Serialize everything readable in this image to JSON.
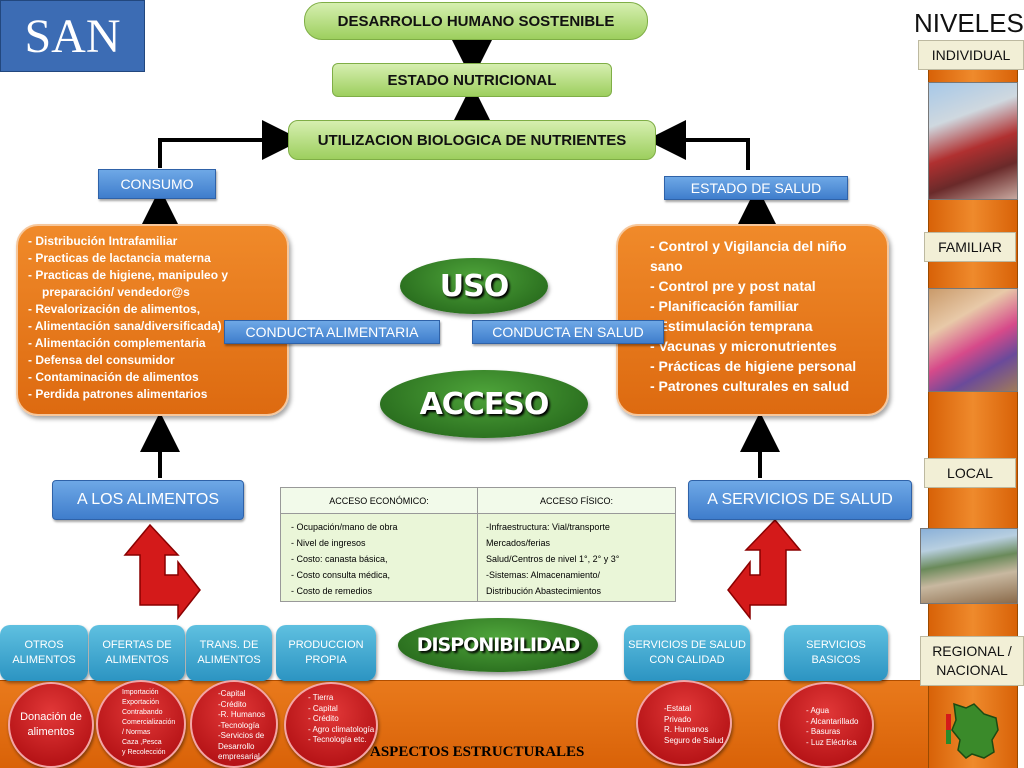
{
  "san_label": "SAN",
  "niveles_title": "NIVELES",
  "top_boxes": {
    "desarrollo": "DESARROLLO HUMANO SOSTENIBLE",
    "estado_nutricional": "ESTADO NUTRICIONAL",
    "utilizacion": "UTILIZACION BIOLOGICA DE NUTRIENTES"
  },
  "consumo": "CONSUMO",
  "estado_salud": "ESTADO DE SALUD",
  "left_list": [
    "- Distribución Intrafamiliar",
    "- Practicas de lactancia materna",
    "- Practicas de higiene, manipuleo y",
    "preparación/ vendedor@s",
    "- Revalorización de alimentos,",
    "- Alimentación sana/diversificada)",
    "- Alimentación complementaria",
    "- Defensa del consumidor",
    "- Contaminación de alimentos",
    "- Perdida patrones alimentarios"
  ],
  "right_list": [
    "-  Control y Vigilancia del niño sano",
    "-  Control pre y post natal",
    "-  Planificación familiar",
    "-  Estimulación temprana",
    "-  Vacunas y micronutrientes",
    "-  Prácticas de higiene personal",
    "-  Patrones culturales en salud"
  ],
  "uso": "USO",
  "acceso": "ACCESO",
  "disponibilidad": "DISPONIBILIDAD",
  "conducta_alimentaria": "CONDUCTA ALIMENTARIA",
  "conducta_salud": "CONDUCTA  EN SALUD",
  "a_alimentos": "A LOS ALIMENTOS",
  "a_servicios": "A SERVICIOS DE SALUD",
  "acceso_table": {
    "col1_header": "ACCESO ECONÓMICO:",
    "col2_header": "ACCESO FÍSICO:",
    "col1_items": [
      "-  Ocupación/mano de obra",
      "-  Nivel de ingresos",
      "-  Costo: canasta básica,",
      "-  Costo consulta médica,",
      "-  Costo de remedios"
    ],
    "col2_items": [
      "-Infraestructura: Vial/transporte",
      "Mercados/ferias",
      "Salud/Centros de nivel 1°, 2° y 3°",
      "-Sistemas:  Almacenamiento/",
      "Distribución Abastecimientos"
    ]
  },
  "teal_boxes": [
    "OTROS ALIMENTOS",
    "OFERTAS DE ALIMENTOS",
    "TRANS. DE ALIMENTOS",
    "PRODUCCION PROPIA",
    "SERVICIOS DE SALUD CON CALIDAD",
    "SERVICIOS BASICOS"
  ],
  "red_circles": {
    "donacion": "Donación de alimentos",
    "c2": [
      "Importación",
      "Exportación",
      "Contrabando",
      "Comercialización",
      "/ Normas",
      "Caza ,Pesca",
      "y Recolección"
    ],
    "c3": [
      "-Capital",
      "-Crédito",
      "-R. Humanos",
      "-Tecnología",
      "-Servicios de",
      "Desarrollo",
      "empresarial"
    ],
    "c4": [
      "- Tierra",
      "- Capital",
      "- Crédito",
      "- Agro climatología",
      "- Tecnología  etc."
    ],
    "c5": [
      "-Estatal",
      "Privado",
      "R. Humanos",
      "Seguro de Salud"
    ],
    "c6": [
      "- Agua",
      "- Alcantarillado",
      "- Basuras",
      "- Luz Eléctrica"
    ]
  },
  "aspectos": "ASPECTOS ESTRUCTURALES",
  "levels": [
    "INDIVIDUAL",
    "FAMILIAR",
    "LOCAL",
    "REGIONAL / NACIONAL"
  ],
  "colors": {
    "orange": "#e07018",
    "green_pill": "#a8d66a",
    "blue_tag": "#4a88d4",
    "teal": "#3aa6d0",
    "red": "#c81a1e",
    "san_blue": "#3c6cb4"
  }
}
